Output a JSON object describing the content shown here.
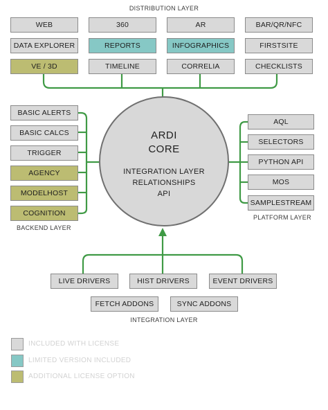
{
  "distribution_layer": {
    "label": "DISTRIBUTION LAYER",
    "rows": [
      [
        "WEB",
        "360",
        "AR",
        "BAR/QR/NFC"
      ],
      [
        "DATA EXPLORER",
        "REPORTS",
        "INFOGRAPHICS",
        "FIRSTSITE"
      ],
      [
        "VE / 3D",
        "TIMELINE",
        "CORRELIA",
        "CHECKLISTS"
      ]
    ]
  },
  "backend_layer": {
    "label": "BACKEND LAYER",
    "items": [
      "BASIC ALERTS",
      "BASIC CALCS",
      "TRIGGER",
      "AGENCY",
      "MODELHOST",
      "COGNITION"
    ]
  },
  "platform_layer": {
    "label": "PLATFORM LAYER",
    "items": [
      "AQL",
      "SELECTORS",
      "PYTHON API",
      "MOS",
      "SAMPLESTREAM"
    ]
  },
  "core": {
    "title_line1": "ARDI",
    "title_line2": "CORE",
    "lines": [
      "INTEGRATION LAYER",
      "RELATIONSHIPS",
      "API"
    ]
  },
  "integration_layer": {
    "label": "INTEGRATION LAYER",
    "row1": [
      "LIVE DRIVERS",
      "HIST DRIVERS",
      "EVENT DRIVERS"
    ],
    "row2": [
      "FETCH ADDONS",
      "SYNC ADDONS"
    ]
  },
  "legend": {
    "items": [
      {
        "label": "INCLUDED WITH LICENSE",
        "color": "#d9d9d9"
      },
      {
        "label": "LIMITED VERSION INCLUDED",
        "color": "#86c8c5"
      },
      {
        "label": "ADDITIONAL LICENSE OPTION",
        "color": "#bcbc72"
      }
    ]
  },
  "colors": {
    "included": "#d9d9d9",
    "limited": "#86c8c5",
    "additional": "#bcbc72",
    "connector": "#3f9a45"
  }
}
